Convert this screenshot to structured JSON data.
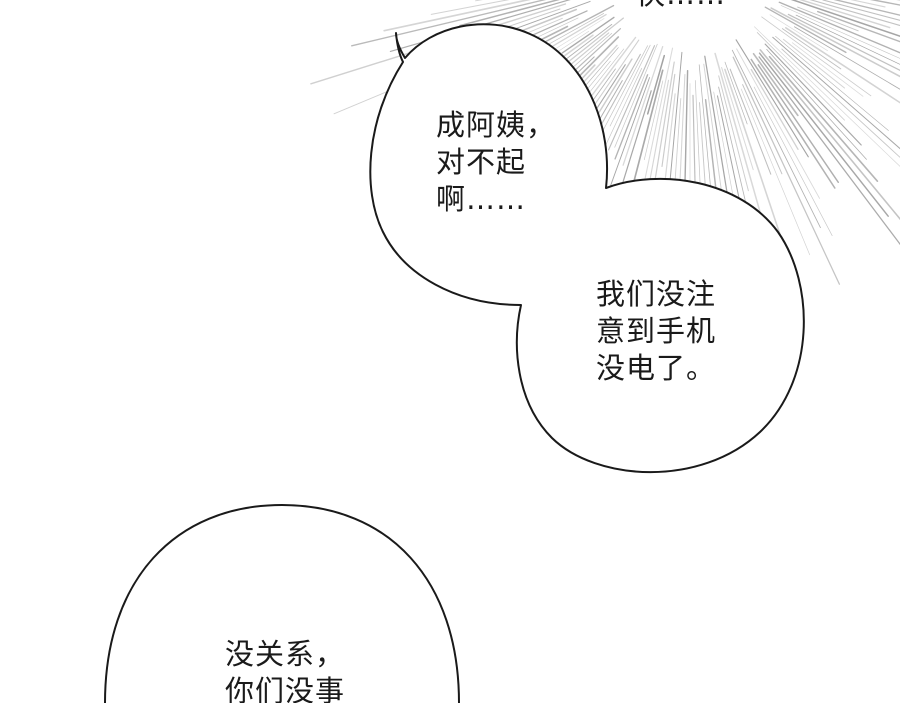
{
  "bubbles": [
    {
      "lines": [
        "快……"
      ]
    },
    {
      "lines": [
        "成阿姨，",
        "对不起",
        "啊……"
      ]
    },
    {
      "lines": [
        "我们没注",
        "意到手机",
        "没电了。"
      ]
    },
    {
      "lines": [
        "没关系，",
        "你们没事"
      ]
    }
  ],
  "colors": {
    "background": "#ffffff",
    "ink": "#1a1a1a",
    "speed_lines": "#9a9a9a"
  }
}
